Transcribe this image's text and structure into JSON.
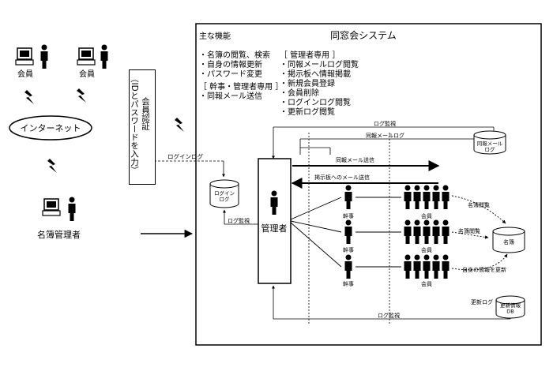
{
  "system": {
    "title": "同窓会システム"
  },
  "features": {
    "heading": "主な機能",
    "general": [
      "・名簿の閲覧、検索",
      "・自身の情報更新",
      "・パスワード変更"
    ],
    "staff_heading": "［ 幹事・管理者専用 ］",
    "staff": [
      "・同報メール送信"
    ],
    "admin_heading": "［ 管理者専用 ］",
    "admin": [
      "・同報メールログ閲覧",
      "・掲示板へ情報掲載",
      "・新規会員登録",
      "・会員削除",
      "・ログインログ閲覧",
      "・更新ログ閲覧"
    ]
  },
  "left": {
    "member1": "会員",
    "member2": "会員",
    "internet": "インターネット",
    "registry_admin": "名簿管理者"
  },
  "auth": {
    "line1": "会員認証",
    "line2": "（IDとパスワードを入力）"
  },
  "labels": {
    "login_log": "ログインログ",
    "login_log_db": "ログイン\nログ",
    "log_watch": "ログ監視",
    "admin": "管理者",
    "mail_log_db": "同報メール\nログ",
    "broadcast_mail_log": "同報メールログ",
    "broadcast_mail_send": "同報メール送信",
    "board_mail_send": "掲示板へのメール送信",
    "staff": "幹事",
    "member": "会員",
    "registry_view": "名簿閲覧",
    "registry_db": "名簿",
    "self_update": "自身の情報を更新",
    "update_log": "更新ログ",
    "update_db": "更新情報\nDB"
  }
}
